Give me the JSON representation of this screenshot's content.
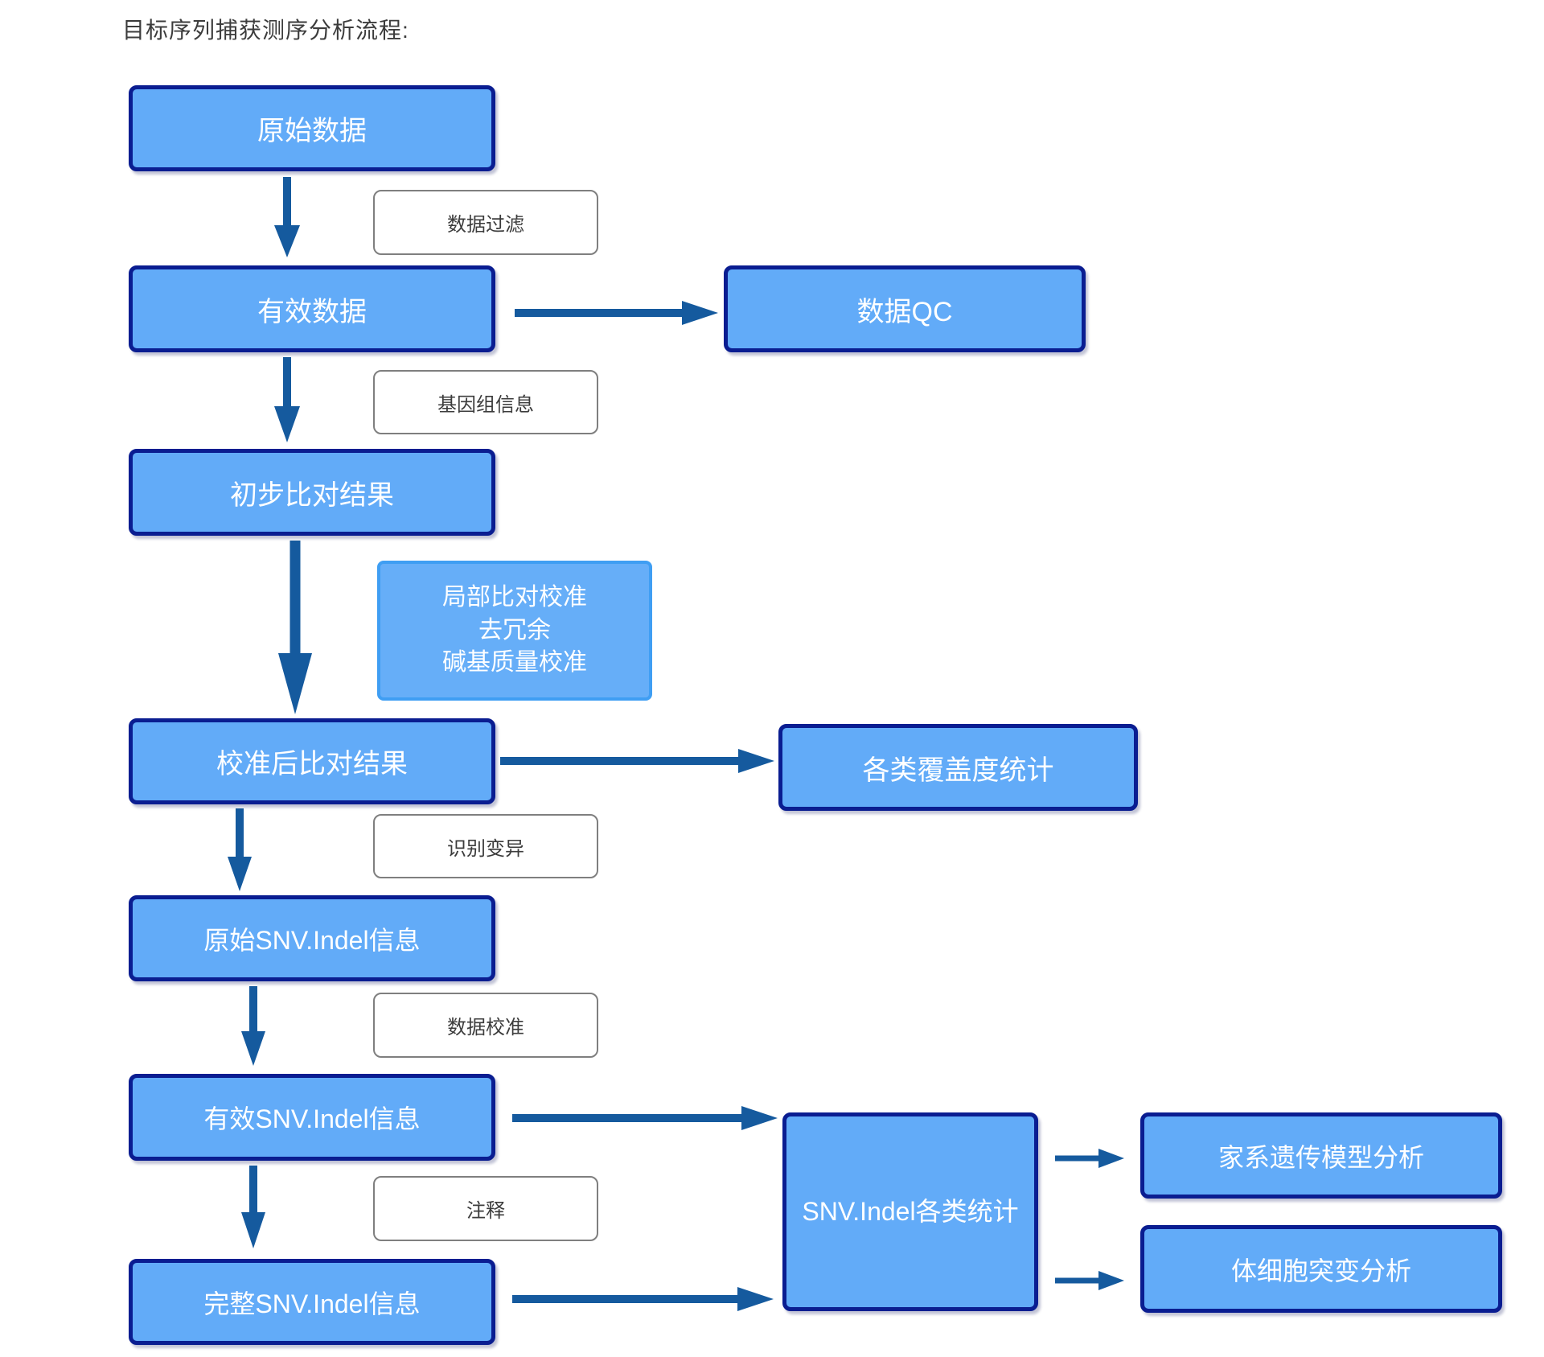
{
  "title": "目标序列捕获测序分析流程:",
  "colors": {
    "node_fill": "#62abf8",
    "node_border": "#0a1d91",
    "process_box_border": "#3f9ef3",
    "arrow": "#155a9e",
    "label_box_border": "#7f7f7f",
    "label_text": "#3c3c3c",
    "node_text": "#ffffff"
  },
  "nodes": {
    "raw_data": {
      "label": "原始数据"
    },
    "valid_data": {
      "label": "有效数据"
    },
    "initial_alignment": {
      "label": "初步比对结果"
    },
    "calibrated_alignment": {
      "label": "校准后比对结果"
    },
    "raw_snv_indel": {
      "label": "原始SNV.Indel信息"
    },
    "valid_snv_indel": {
      "label": "有效SNV.Indel信息"
    },
    "complete_snv_indel": {
      "label": "完整SNV.Indel信息"
    },
    "data_qc": {
      "label": "数据QC"
    },
    "coverage_stats": {
      "label": "各类覆盖度统计"
    },
    "snv_indel_stats": {
      "label": "SNV.Indel各类统计"
    },
    "pedigree_model_analysis": {
      "label": "家系遗传模型分析"
    },
    "somatic_mutation_analysis": {
      "label": "体细胞突变分析"
    }
  },
  "process_labels": {
    "data_filter": "数据过滤",
    "genome_info": "基因组信息",
    "variant_calling": "识别变异",
    "data_calibration": "数据校准",
    "annotation": "注释",
    "local_realign_lines": [
      "局部比对校准",
      "去冗余",
      "碱基质量校准"
    ]
  }
}
